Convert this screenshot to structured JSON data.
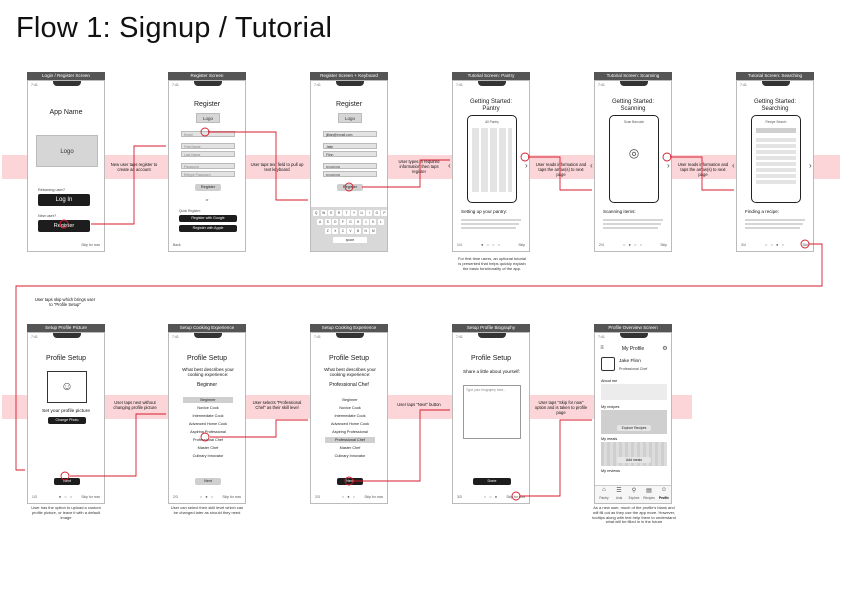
{
  "page_title": "Flow 1: Signup / Tutorial",
  "colors": {
    "accent": "#d81b2c",
    "band": "#fbd5d8",
    "label_bar": "#555555"
  },
  "row1": {
    "login": {
      "label": "Login / Register Screen",
      "app_name": "App Name",
      "logo": "Logo",
      "returning": "Returning user?",
      "login_btn": "Log In",
      "new_user": "New user?",
      "register_btn": "Register",
      "skip": "Skip for now",
      "status": "7:41"
    },
    "register": {
      "label": "Register Screen",
      "title": "Register",
      "logo": "Logo",
      "fields": [
        "Email",
        "First Name",
        "Last Name",
        "Password",
        "Retype Password"
      ],
      "register_btn": "Register",
      "or": "or",
      "quick_register": "Quick Register:",
      "google_btn": "Register with Google",
      "apple_btn": "Register with Apple",
      "back": "Back",
      "status": "7:41"
    },
    "register_kb": {
      "label": "Register Screen + Keyboard",
      "title": "Register",
      "logo": "Logo",
      "fields": [
        "jillian@email.com",
        "Jake",
        "Flinn",
        "••••••••••••",
        "••••••••••••"
      ],
      "register_btn": "Register",
      "keys_row1": [
        "Q",
        "W",
        "E",
        "R",
        "T",
        "Y",
        "U",
        "I",
        "O",
        "P"
      ],
      "keys_row2": [
        "A",
        "S",
        "D",
        "F",
        "G",
        "H",
        "J",
        "K",
        "L"
      ],
      "keys_row3": [
        "Z",
        "X",
        "C",
        "V",
        "B",
        "N",
        "M"
      ],
      "space": "space",
      "status": "7:41"
    },
    "pantry": {
      "label": "Tutorial Screen: Pantry",
      "title": "Getting Started:\nPantry",
      "heading": "Setting up your pantry:",
      "step": "1/4",
      "skip": "Skip",
      "inner_title": "All Pantry",
      "status": "7:41"
    },
    "scanning": {
      "label": "Tutorial Screen: Scanning",
      "title": "Getting Started:\nScanning",
      "heading": "Scanning items:",
      "step": "2/4",
      "skip": "Skip",
      "inner_title": "Scan Barcode",
      "status": "7:41"
    },
    "searching": {
      "label": "Tutorial Screen: Searching",
      "title": "Getting Started:\nSearching",
      "heading": "Finding a recipe:",
      "step": "3/4",
      "skip": "Skip",
      "inner_title": "Recipe Search",
      "status": "7:41"
    }
  },
  "row2": {
    "picture": {
      "label": "Setup Profile Picture",
      "title": "Profile Setup",
      "prompt": "Set your profile picture",
      "change_btn": "Change Photo",
      "next_btn": "Next",
      "step": "1/3",
      "skip": "Skip for now",
      "status": "7:41"
    },
    "cooking1": {
      "label": "Setup Cooking Experience",
      "title": "Profile Setup",
      "question": "What best describes your cooking experience:",
      "selected": "Beginner",
      "levels": [
        "Beginner",
        "Novice Cook",
        "Intermediate Cook",
        "Advanced Home Cook",
        "Aspiring Professional",
        "Professional Chef",
        "Master Chef",
        "Culinary Innovator"
      ],
      "next_btn": "Next",
      "step": "2/3",
      "skip": "Skip for now",
      "status": "7:41"
    },
    "cooking2": {
      "label": "Setup Cooking Experience",
      "title": "Profile Setup",
      "question": "What best describes your cooking experience:",
      "selected": "Professional Chef",
      "levels": [
        "Beginner",
        "Novice Cook",
        "Intermediate Cook",
        "Advanced Home Cook",
        "Aspiring Professional",
        "Professional Chef",
        "Master Chef",
        "Culinary Innovator"
      ],
      "next_btn": "Next",
      "step": "2/3",
      "skip": "Skip for now",
      "status": "7:41"
    },
    "biography": {
      "label": "Setup Profile Biography",
      "title": "Profile Setup",
      "prompt": "Share a little about yourself:",
      "placeholder": "Type your biography here...",
      "done_btn": "Done",
      "step": "3/3",
      "skip": "Skip for now",
      "status": "7:41"
    },
    "overview": {
      "label": "Profile Overview Screen",
      "title": "My Profile",
      "name": "Jake Flinn",
      "role": "Professional Chef",
      "about": "About me",
      "my_recipes": "My recipes",
      "explore_btn": "Explore Recipes",
      "my_meals": "My meals",
      "add_meals": "Add meals",
      "my_reviews": "My reviews",
      "nav": [
        "Pantry",
        "Lists",
        "Explore",
        "Recipes",
        "Profile"
      ],
      "status": "7:41"
    }
  },
  "annotations": {
    "a1": "New user taps register to create an account",
    "a2": "User taps text field to pull up text keyboard",
    "a3": "User types in required information then taps register",
    "a4": "User reads information and taps the arrow(s) to next page",
    "a5": "User reads information and taps the arrow(s) to next page",
    "a6": "User taps skip which brings user to \"Profile Setup\"",
    "a7": "User taps next without changing profile picture",
    "a8": "User selects \"Professional Chef\" as their skill level",
    "a9": "User taps \"Next\" button",
    "a10": "User taps \"Skip for now\" option and is taken to profile page"
  },
  "notes": {
    "pantry": "For first time users, an optional tutorial is presented that helps quickly explain the basic functionality of the app.",
    "picture": "User has the option to upload a custom profile picture, or leave it with a default image",
    "cooking": "User can select their skill level which can be changed later as should they need",
    "overview": "As a new user, much of the profile's blank and will fill out as they use the app more. However, tooltips along with text help them to understand what will be filled in in the future"
  }
}
